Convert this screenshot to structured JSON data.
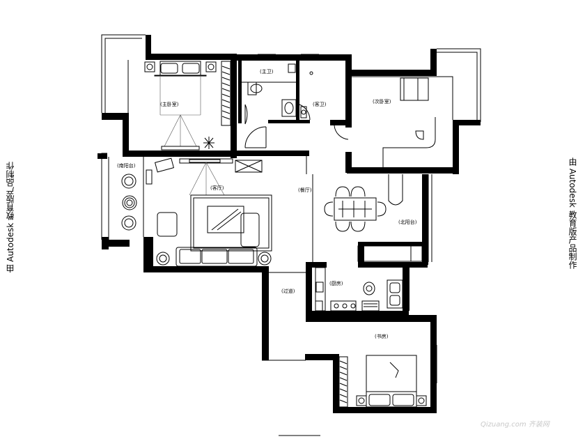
{
  "watermarks": {
    "left": "由 Autodesk 教育版产品制作",
    "right": "由 Autodesk 教育版产品制作",
    "site": "Qizuang.com 齐装网"
  },
  "rooms": {
    "master_bedroom": "(主卧室)",
    "master_bath": "(主卫)",
    "guest_bath": "(客卫)",
    "second_bedroom": "(次卧室)",
    "south_balcony": "(南阳台)",
    "living_room": "(客厅)",
    "dining_room": "(餐厅)",
    "north_balcony": "(北阳台)",
    "corridor": "(过道)",
    "kitchen": "(厨房)",
    "study": "(书房)"
  }
}
